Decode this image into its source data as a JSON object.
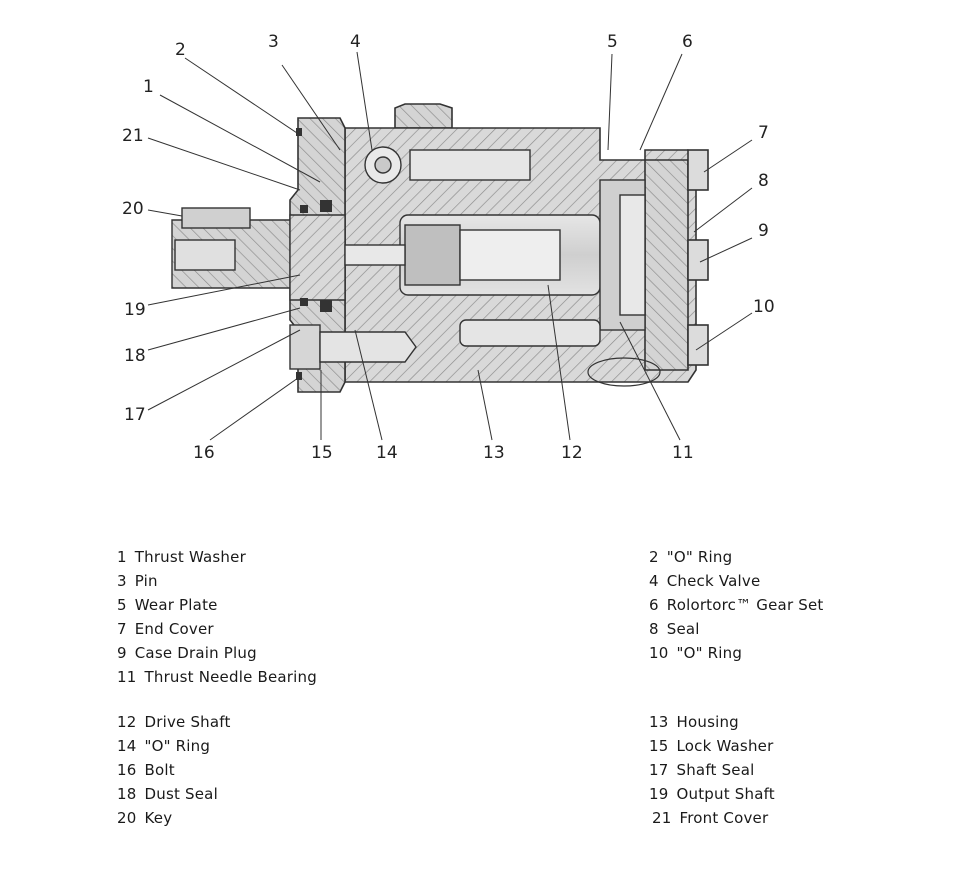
{
  "callouts": [
    "1",
    "2",
    "3",
    "4",
    "5",
    "6",
    "7",
    "8",
    "9",
    "10",
    "11",
    "12",
    "13",
    "14",
    "15",
    "16",
    "17",
    "18",
    "19",
    "20",
    "21"
  ],
  "legend": [
    {
      "num": "1",
      "label": "Thrust Washer"
    },
    {
      "num": "2",
      "label": "\"O\" Ring"
    },
    {
      "num": "3",
      "label": "Pin"
    },
    {
      "num": "4",
      "label": "Check Valve"
    },
    {
      "num": "5",
      "label": "Wear Plate"
    },
    {
      "num": "6",
      "label": "Rolortorc™ Gear Set"
    },
    {
      "num": "7",
      "label": "End Cover"
    },
    {
      "num": "8",
      "label": "Seal"
    },
    {
      "num": "9",
      "label": "Case Drain Plug"
    },
    {
      "num": "10",
      "label": "\"O\" Ring"
    },
    {
      "num": "11",
      "label": "Thrust Needle Bearing"
    },
    {
      "num": "12",
      "label": "Drive Shaft"
    },
    {
      "num": "13",
      "label": "Housing"
    },
    {
      "num": "14",
      "label": "\"O\" Ring"
    },
    {
      "num": "15",
      "label": "Lock Washer"
    },
    {
      "num": "16",
      "label": "Bolt"
    },
    {
      "num": "17",
      "label": "Shaft Seal"
    },
    {
      "num": "18",
      "label": "Dust Seal"
    },
    {
      "num": "19",
      "label": "Output Shaft"
    },
    {
      "num": "20",
      "label": "Key"
    },
    {
      "num": "21",
      "label": "Front Cover"
    }
  ]
}
